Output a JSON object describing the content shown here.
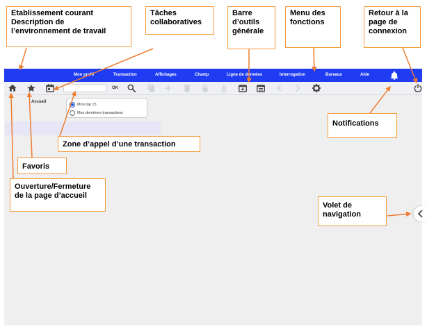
{
  "colors": {
    "menubar": "#1f3cf2",
    "callout_border": "#f39a3a",
    "arrow": "#ed7d31",
    "workspace": "#efeff0"
  },
  "menubar": {
    "items": [
      "Mon profil",
      "Transaction",
      "Affichages",
      "Champ",
      "Ligne de données",
      "Interrogation",
      "Bureaux",
      "Aide"
    ]
  },
  "toolbar": {
    "ok_label": "OK",
    "transaction_input_value": "",
    "icons": [
      "home-icon",
      "star-icon",
      "calendar-icon",
      "search-icon",
      "copy-icon",
      "add-icon",
      "delete-icon",
      "lock-icon",
      "download-icon",
      "calendar-add-icon",
      "calendar-list-icon",
      "chevron-left-icon",
      "chevron-right-icon",
      "gear-icon",
      "power-icon"
    ]
  },
  "workspace": {
    "tab_label": "Accueil",
    "radio_options": [
      "Mon top 15",
      "Mes dernières transactions"
    ],
    "radio_selected": "Mon top 15"
  },
  "callouts": {
    "etablissement": [
      "Etablissement courant",
      "Description de",
      "l’environnement de travail"
    ],
    "taches": [
      "Tâches",
      "collaboratives"
    ],
    "barre": [
      "Barre",
      "d’outils",
      "générale"
    ],
    "menu": [
      "Menu des",
      "fonctions"
    ],
    "retour": [
      "Retour à la",
      "page de",
      "connexion"
    ],
    "notifications": "Notifications",
    "zone": "Zone d’appel d’une transaction",
    "favoris": "Favoris",
    "ouverture": [
      "Ouverture/Fermeture",
      "de la page d’accueil"
    ],
    "volet": [
      "Volet de",
      "navigation"
    ]
  }
}
